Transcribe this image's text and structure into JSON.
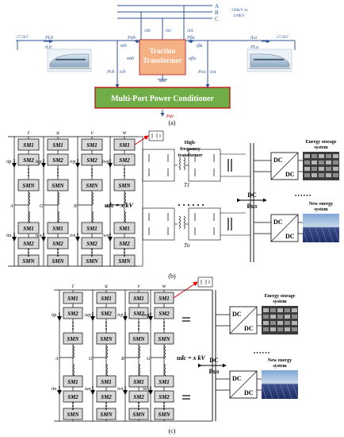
{
  "panel_a": {
    "phase_labels": [
      "A",
      "B",
      "C"
    ],
    "supply_voltage_line1": "220kV or",
    "supply_voltage_line2": "110kV",
    "feeder_voltage_left": "27.5kV",
    "feeder_voltage_right": "27.5kV",
    "transformer_label_line1": "Traction",
    "transformer_label_line2": "Transformer",
    "conditioner_label": "Multi-Port Power Conditioner",
    "current_iSB": "iSB",
    "current_iSC": "iSC",
    "current_iSA": "iSA",
    "power_PLb": "PLb",
    "current_iLb": "iLb",
    "power_Pab": "Pαb",
    "current_iab": "iαb",
    "voltage_uab": "uαb",
    "power_Pcb": "Pcb",
    "current_icb": "icb",
    "power_Pba": "Pβa",
    "current_iba": "iβa",
    "voltage_uba": "uβa",
    "current_iLa": "iLa",
    "power_PLa": "PLa",
    "power_Pca": "Pca",
    "current_ica": "ica",
    "power_Pdc": "Pdc",
    "caption": "(a)",
    "colors": {
      "transformer_fill": "#f5b183",
      "transformer_border": "#c0504d",
      "conditioner_fill": "#70ad47",
      "conditioner_border": "#c00000",
      "wire": "#2f5597"
    }
  },
  "panel_b": {
    "columns": [
      "t",
      "u",
      "v",
      "w"
    ],
    "sm_top": [
      "SM1",
      "SM2",
      "SMN"
    ],
    "sm_bottom": [
      "SM1",
      "SM2",
      "SMN"
    ],
    "node_labels": [
      "A",
      "G",
      "B",
      "G"
    ],
    "arm_current_up": [
      "itp",
      "iup",
      "ivp",
      "iwp"
    ],
    "arm_current_down": [
      "itn",
      "iun",
      "ivn",
      "iwn"
    ],
    "dc_voltage": "udc = x kV",
    "hf_transformer_line1": "High-",
    "hf_transformer_line2": "frequency",
    "hf_transformer_line3": "transformer",
    "transformer_T1": "T1",
    "transformer_Tn": "Tn",
    "dc_bus_line1": "DC",
    "dc_bus_line2": "Bus",
    "dcdc_in": "DC",
    "dcdc_out": "DC",
    "storage_label_line1": "Energy storage",
    "storage_label_line2": "system",
    "new_energy_line1": "New energy",
    "new_energy_line2": "system",
    "ellipsis": "• • • • • •",
    "caption": "(b)"
  },
  "panel_c": {
    "columns": [
      "t",
      "u",
      "v",
      "w"
    ],
    "sm_top": [
      "SM1",
      "SM2",
      "SMN"
    ],
    "sm_bottom": [
      "SM1",
      "SM2",
      "SMN"
    ],
    "node_labels": [
      "A",
      "G",
      "B",
      "G"
    ],
    "arm_current_up": [
      "itp",
      "iup",
      "ivp",
      "iwp"
    ],
    "arm_current_down": [
      "itn",
      "iun",
      "ivn",
      "iwn"
    ],
    "dc_voltage": "udc = x kV",
    "dc_bus_line1": "DC",
    "dc_bus_line2": "Bus",
    "dcdc_in": "DC",
    "dcdc_out": "DC",
    "storage_label_line1": "Energy storage",
    "storage_label_line2": "system",
    "new_energy_line1": "New energy",
    "new_energy_line2": "system",
    "ellipsis": "• • • • • •",
    "caption": "(c)"
  }
}
